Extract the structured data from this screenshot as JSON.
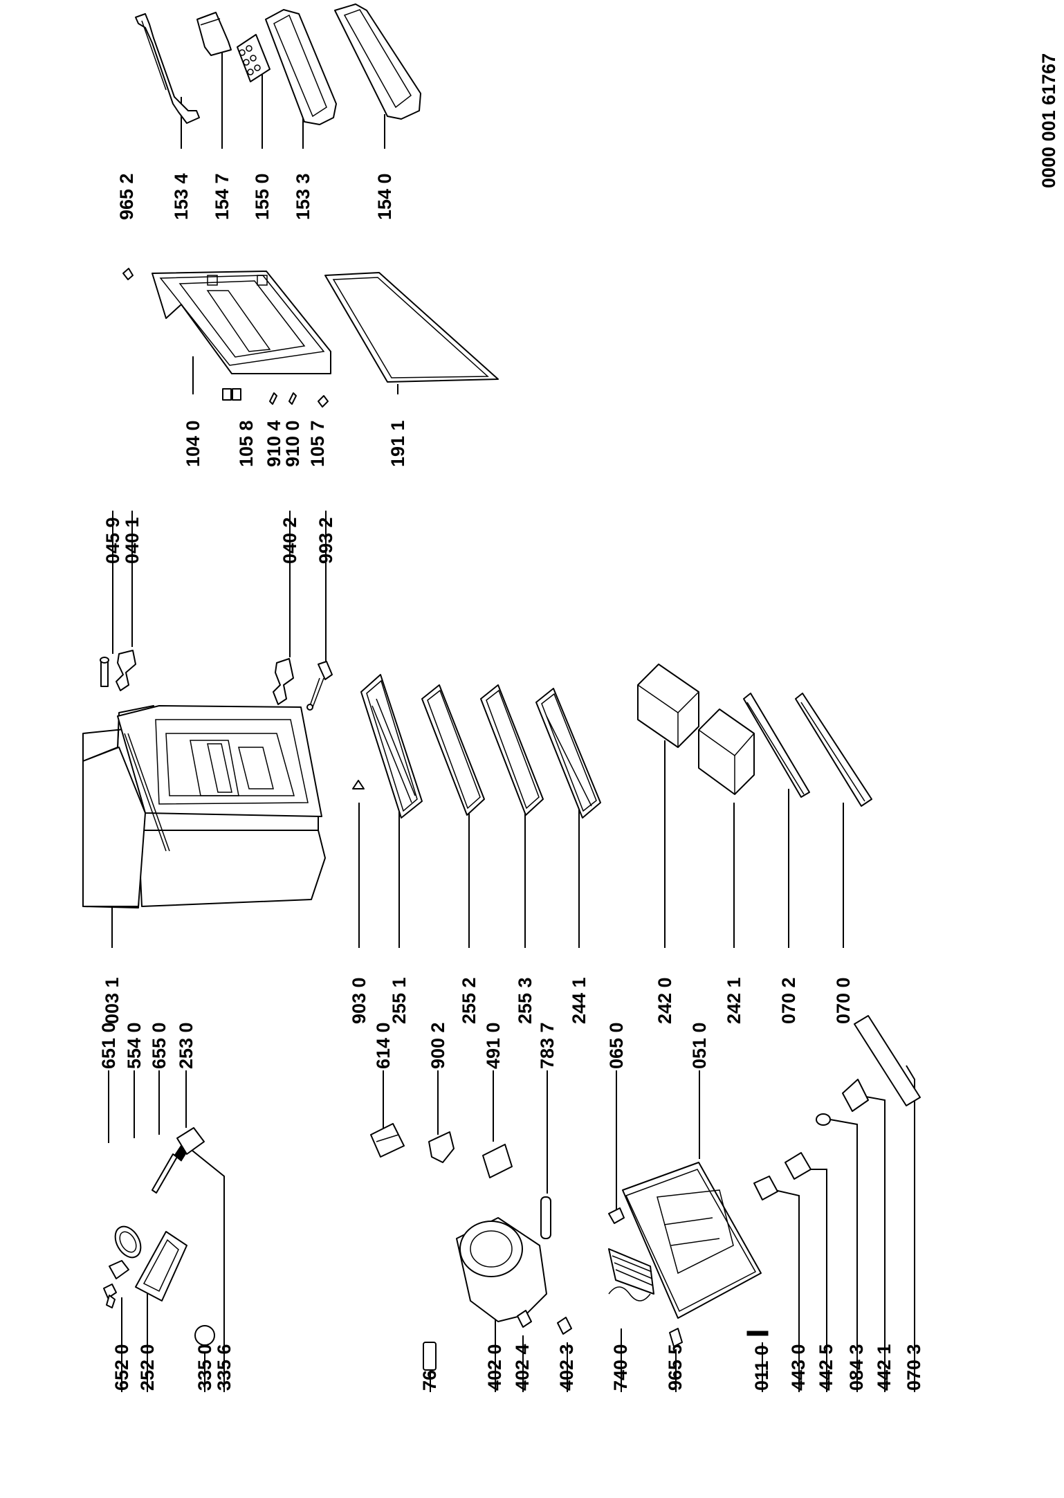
{
  "document_id": "0000 001 61767",
  "labels": [
    "652 0",
    "252 0",
    "335 0",
    "335 6",
    "764 2",
    "402 0",
    "402 4",
    "402 3",
    "740 0",
    "965 5",
    "011 0",
    "443 0",
    "442 5",
    "084 3",
    "442 1",
    "070 3",
    "651 0",
    "554 0",
    "655 0",
    "253 0",
    "614 0",
    "900 2",
    "491 0",
    "783 7",
    "065 0",
    "051 0",
    "003 1",
    "903 0",
    "255 1",
    "255 2",
    "255 3",
    "244 1",
    "242 0",
    "242 1",
    "070 2",
    "070 0",
    "045 9",
    "040 1",
    "040 2",
    "993 2",
    "104 0",
    "105 8",
    "910 4",
    "910 0",
    "105 7",
    "191 1",
    "965 2",
    "153 4",
    "154 7",
    "155 0",
    "153 3",
    "154 0"
  ],
  "colors": {
    "ink": "#000000",
    "paper": "#ffffff"
  }
}
